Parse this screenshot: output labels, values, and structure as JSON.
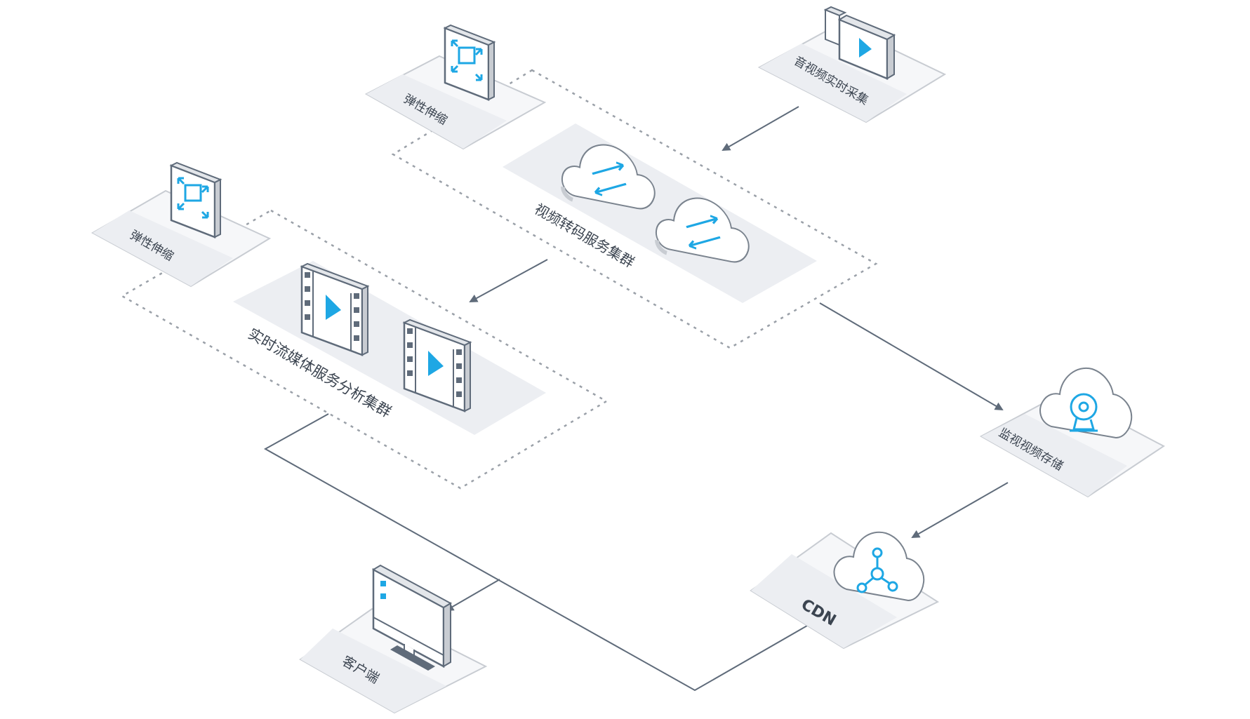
{
  "labels": {
    "elastic_scaling_top": "弹性伸缩",
    "elastic_scaling_left": "弹性伸缩",
    "av_capture": "音视频实时采集",
    "transcode_cluster": "视频转码服务集群",
    "streaming_cluster": "实时流媒体服务分析集群",
    "storage": "监视视频存储",
    "cdn": "CDN",
    "client": "客户端"
  },
  "colors": {
    "accent": "#1ea7e4",
    "line": "#5f6b7a",
    "tile_top": "#f6f7f9",
    "tile_edge": "#c8ccd2",
    "band": "#eceef2",
    "dashed": "#9aa0a8",
    "icon_stroke": "#6b7480"
  }
}
